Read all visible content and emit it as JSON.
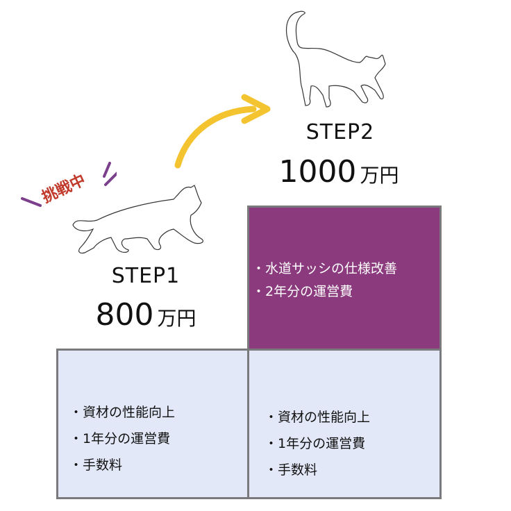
{
  "badge": {
    "label": "挑戦中",
    "color": "#c0392b"
  },
  "step1": {
    "title": "STEP1",
    "amount": "800",
    "unit": "万円",
    "items": [
      "資材の性能向上",
      "1年分の運営費",
      "手数料"
    ]
  },
  "step2": {
    "title": "STEP2",
    "amount": "1000",
    "unit": "万円",
    "extra_items": [
      "水道サッシの仕様改善",
      "2年分の運営費"
    ],
    "items": [
      "資材の性能向上",
      "1年分の運営費",
      "手数料"
    ]
  },
  "colors": {
    "purple": "#8b3a7e",
    "light": "#e3e8f8",
    "arrow": "#f4c430",
    "border": "#7a7a7c"
  }
}
